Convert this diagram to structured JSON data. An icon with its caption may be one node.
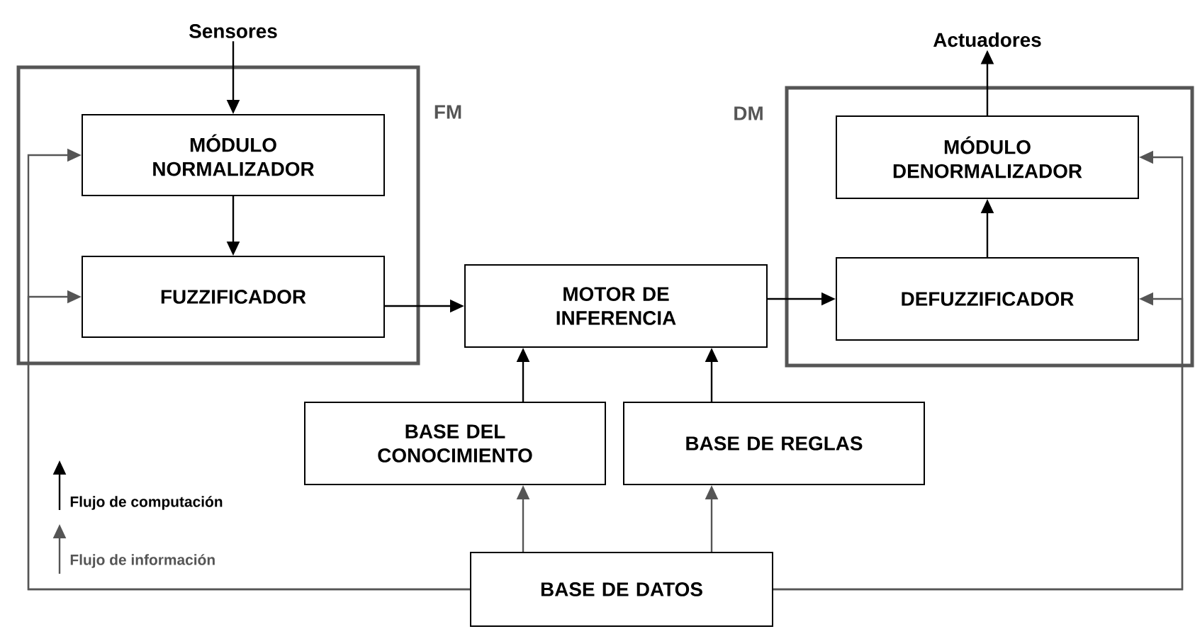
{
  "diagram": {
    "nodes": [
      {
        "text": [
          "FM"
        ]
      },
      {
        "text": [
          "MÓDULO NORMALIZADOR"
        ],
        "in": 0
      },
      {
        "text": [
          "FUZZIFICADOR"
        ],
        "in": 0
      },
      {
        "text": [
          "DM"
        ]
      },
      {
        "text": [
          "MÓDULO DENORMALIZADOR"
        ],
        "in": 3
      },
      {
        "text": [
          "DEFUZZIFICADOR"
        ],
        "in": 3
      },
      {
        "text": [
          "MOTOR DE INFERENCIA"
        ]
      },
      {
        "text": [
          "BASE DEL CONOCIMIENTO"
        ]
      },
      {
        "text": [
          "BASE DE REGLAS"
        ]
      },
      {
        "text": [
          "BASE DE DATOS"
        ]
      },
      {
        "text": [
          "Sensores"
        ]
      },
      {
        "text": [
          "Actuadores"
        ]
      }
    ],
    "edges": [
      {
        "from": 10,
        "to": 1,
        "arrow": "to"
      },
      {
        "from": 1,
        "to": 2,
        "arrow": "to"
      },
      {
        "from": 2,
        "to": 6,
        "arrow": "to"
      },
      {
        "from": 6,
        "to": 5,
        "arrow": "to"
      },
      {
        "from": 5,
        "to": 4,
        "arrow": "to"
      },
      {
        "from": 4,
        "to": 11,
        "arrow": "to"
      },
      {
        "from": 7,
        "to": 6,
        "arrow": "to"
      },
      {
        "from": 8,
        "to": 6,
        "arrow": "to"
      },
      {
        "from": 9,
        "to": 7,
        "arrow": "to",
        "color": "#555555"
      },
      {
        "from": 9,
        "to": 8,
        "arrow": "to",
        "color": "#555555"
      },
      {
        "from": 9,
        "to": 1,
        "arrow": "to",
        "color": "#555555"
      },
      {
        "from": 9,
        "to": 2,
        "arrow": "to",
        "color": "#555555"
      },
      {
        "from": 9,
        "to": 4,
        "arrow": "to",
        "color": "#555555"
      },
      {
        "from": 9,
        "to": 5,
        "arrow": "to",
        "color": "#555555"
      }
    ],
    "legend": [
      {
        "text": "Flujo de computación"
      },
      {
        "text": "Flujo de información"
      }
    ]
  }
}
